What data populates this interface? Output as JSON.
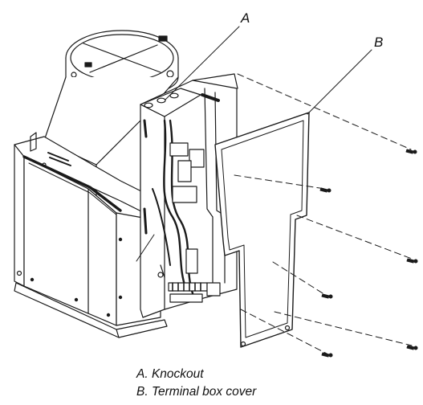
{
  "callouts": {
    "a": "A",
    "b": "B"
  },
  "legend": [
    "A. Knockout",
    "B. Terminal box cover"
  ]
}
